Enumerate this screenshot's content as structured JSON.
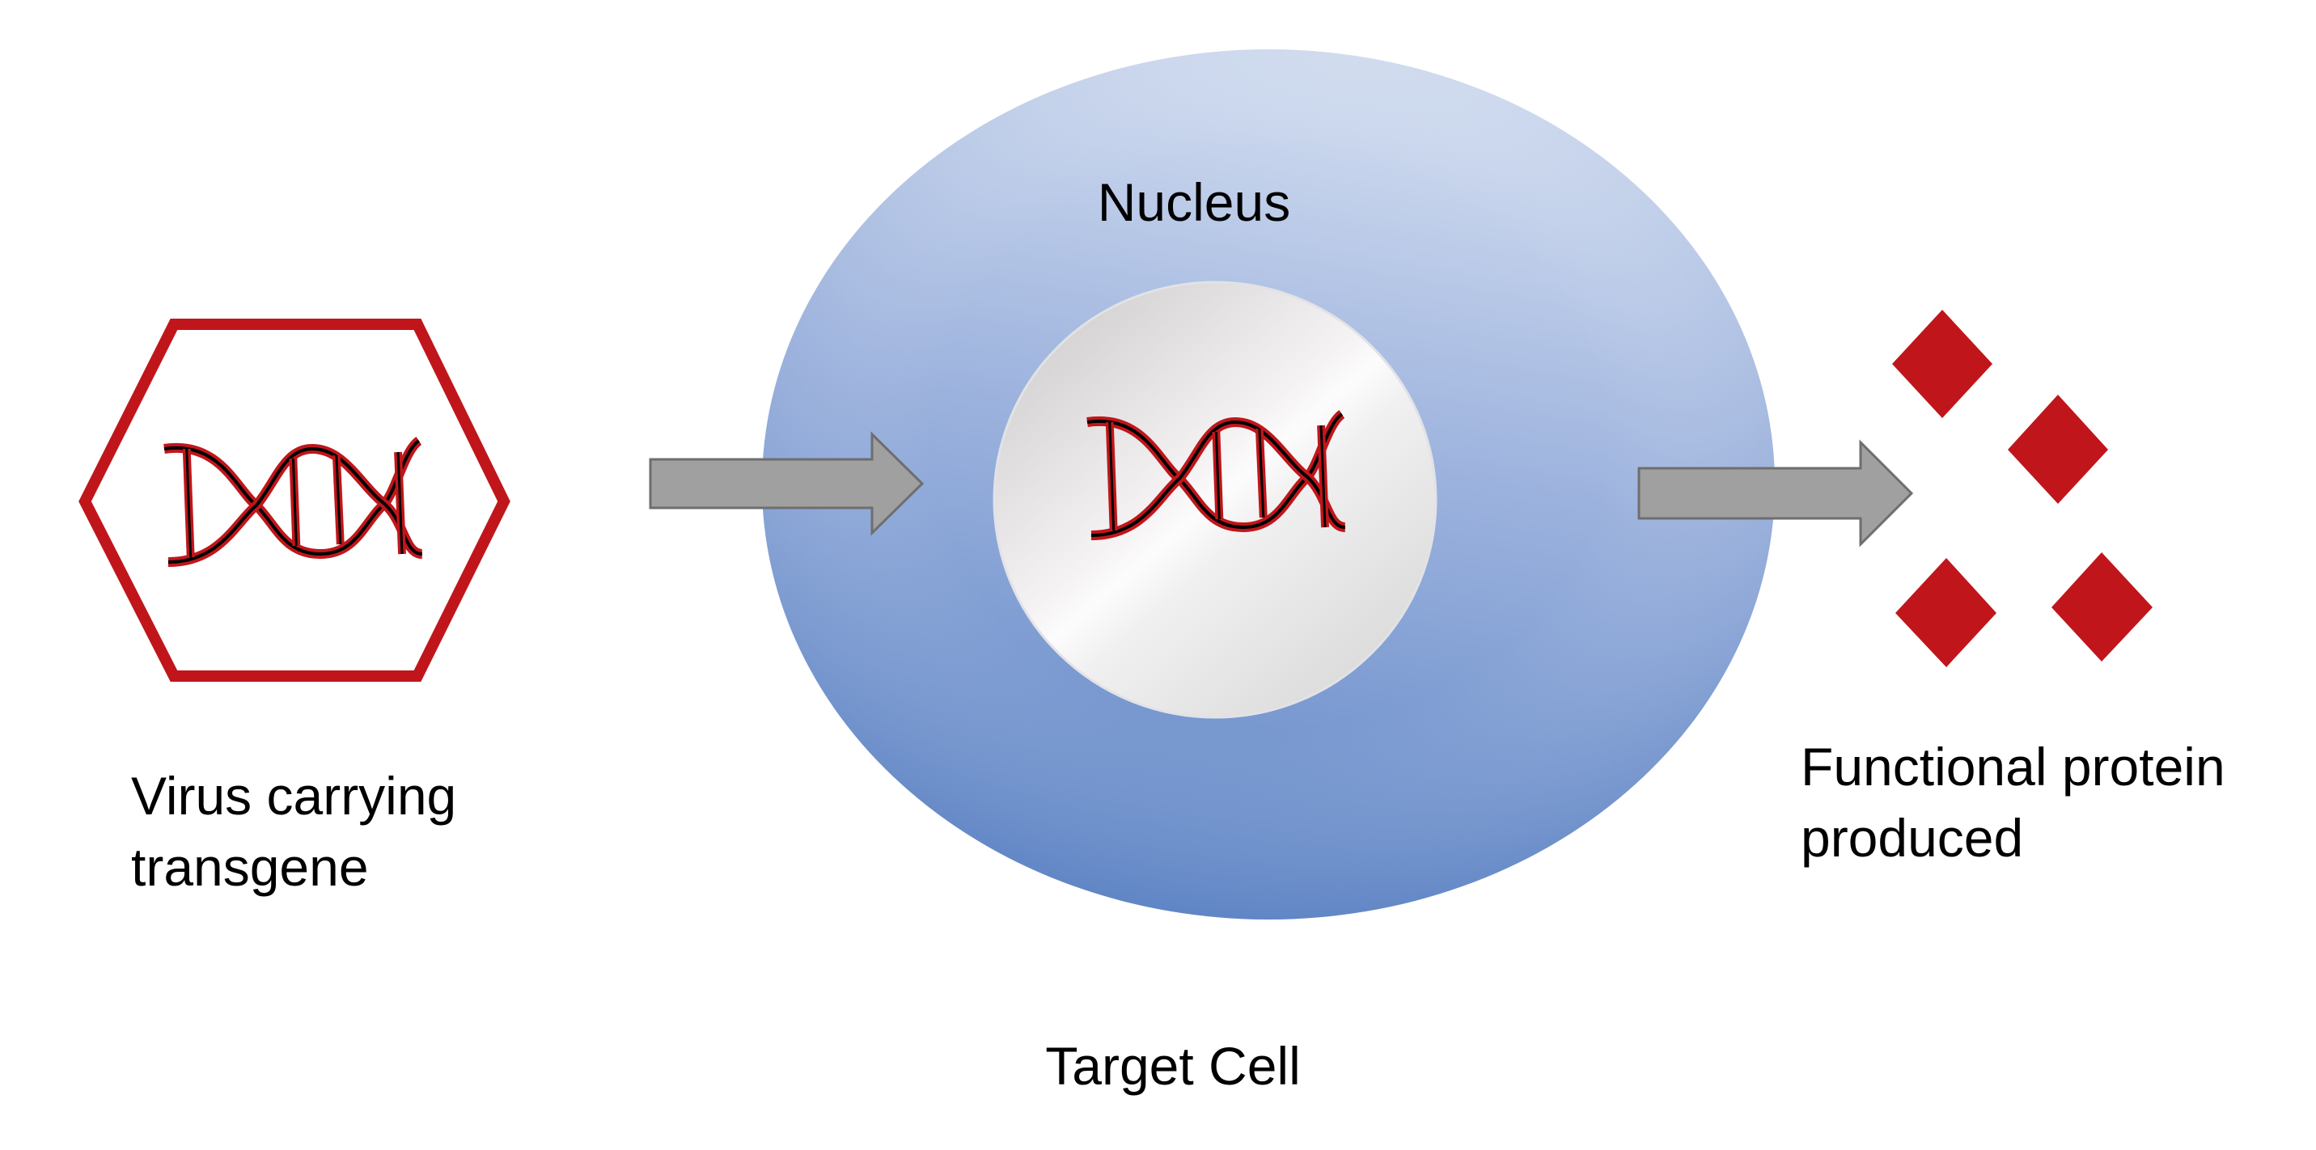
{
  "diagram": {
    "title": "Gene therapy: virus delivers transgene to target cell",
    "virus": {
      "label_line1": "Virus carrying",
      "label_line2": "transgene",
      "shape": "hexagon",
      "color": "#c0161b"
    },
    "cell": {
      "label": "Target Cell",
      "color_light": "#d3ddf0",
      "color_dark": "#5f86c7"
    },
    "nucleus": {
      "label": "Nucleus",
      "color": "#f2f2f2"
    },
    "dna": {
      "icon": "dna-double-helix-icon",
      "strand_color": "#c0161b",
      "outline_color": "#000000"
    },
    "arrows": [
      {
        "from": "virus",
        "to": "nucleus",
        "color": "#a0a0a0"
      },
      {
        "from": "cell",
        "to": "protein",
        "color": "#a0a0a0"
      }
    ],
    "protein": {
      "label_line1": "Functional protein",
      "label_line2": "produced",
      "count": 4,
      "shape": "diamond",
      "color": "#c0161b"
    }
  }
}
